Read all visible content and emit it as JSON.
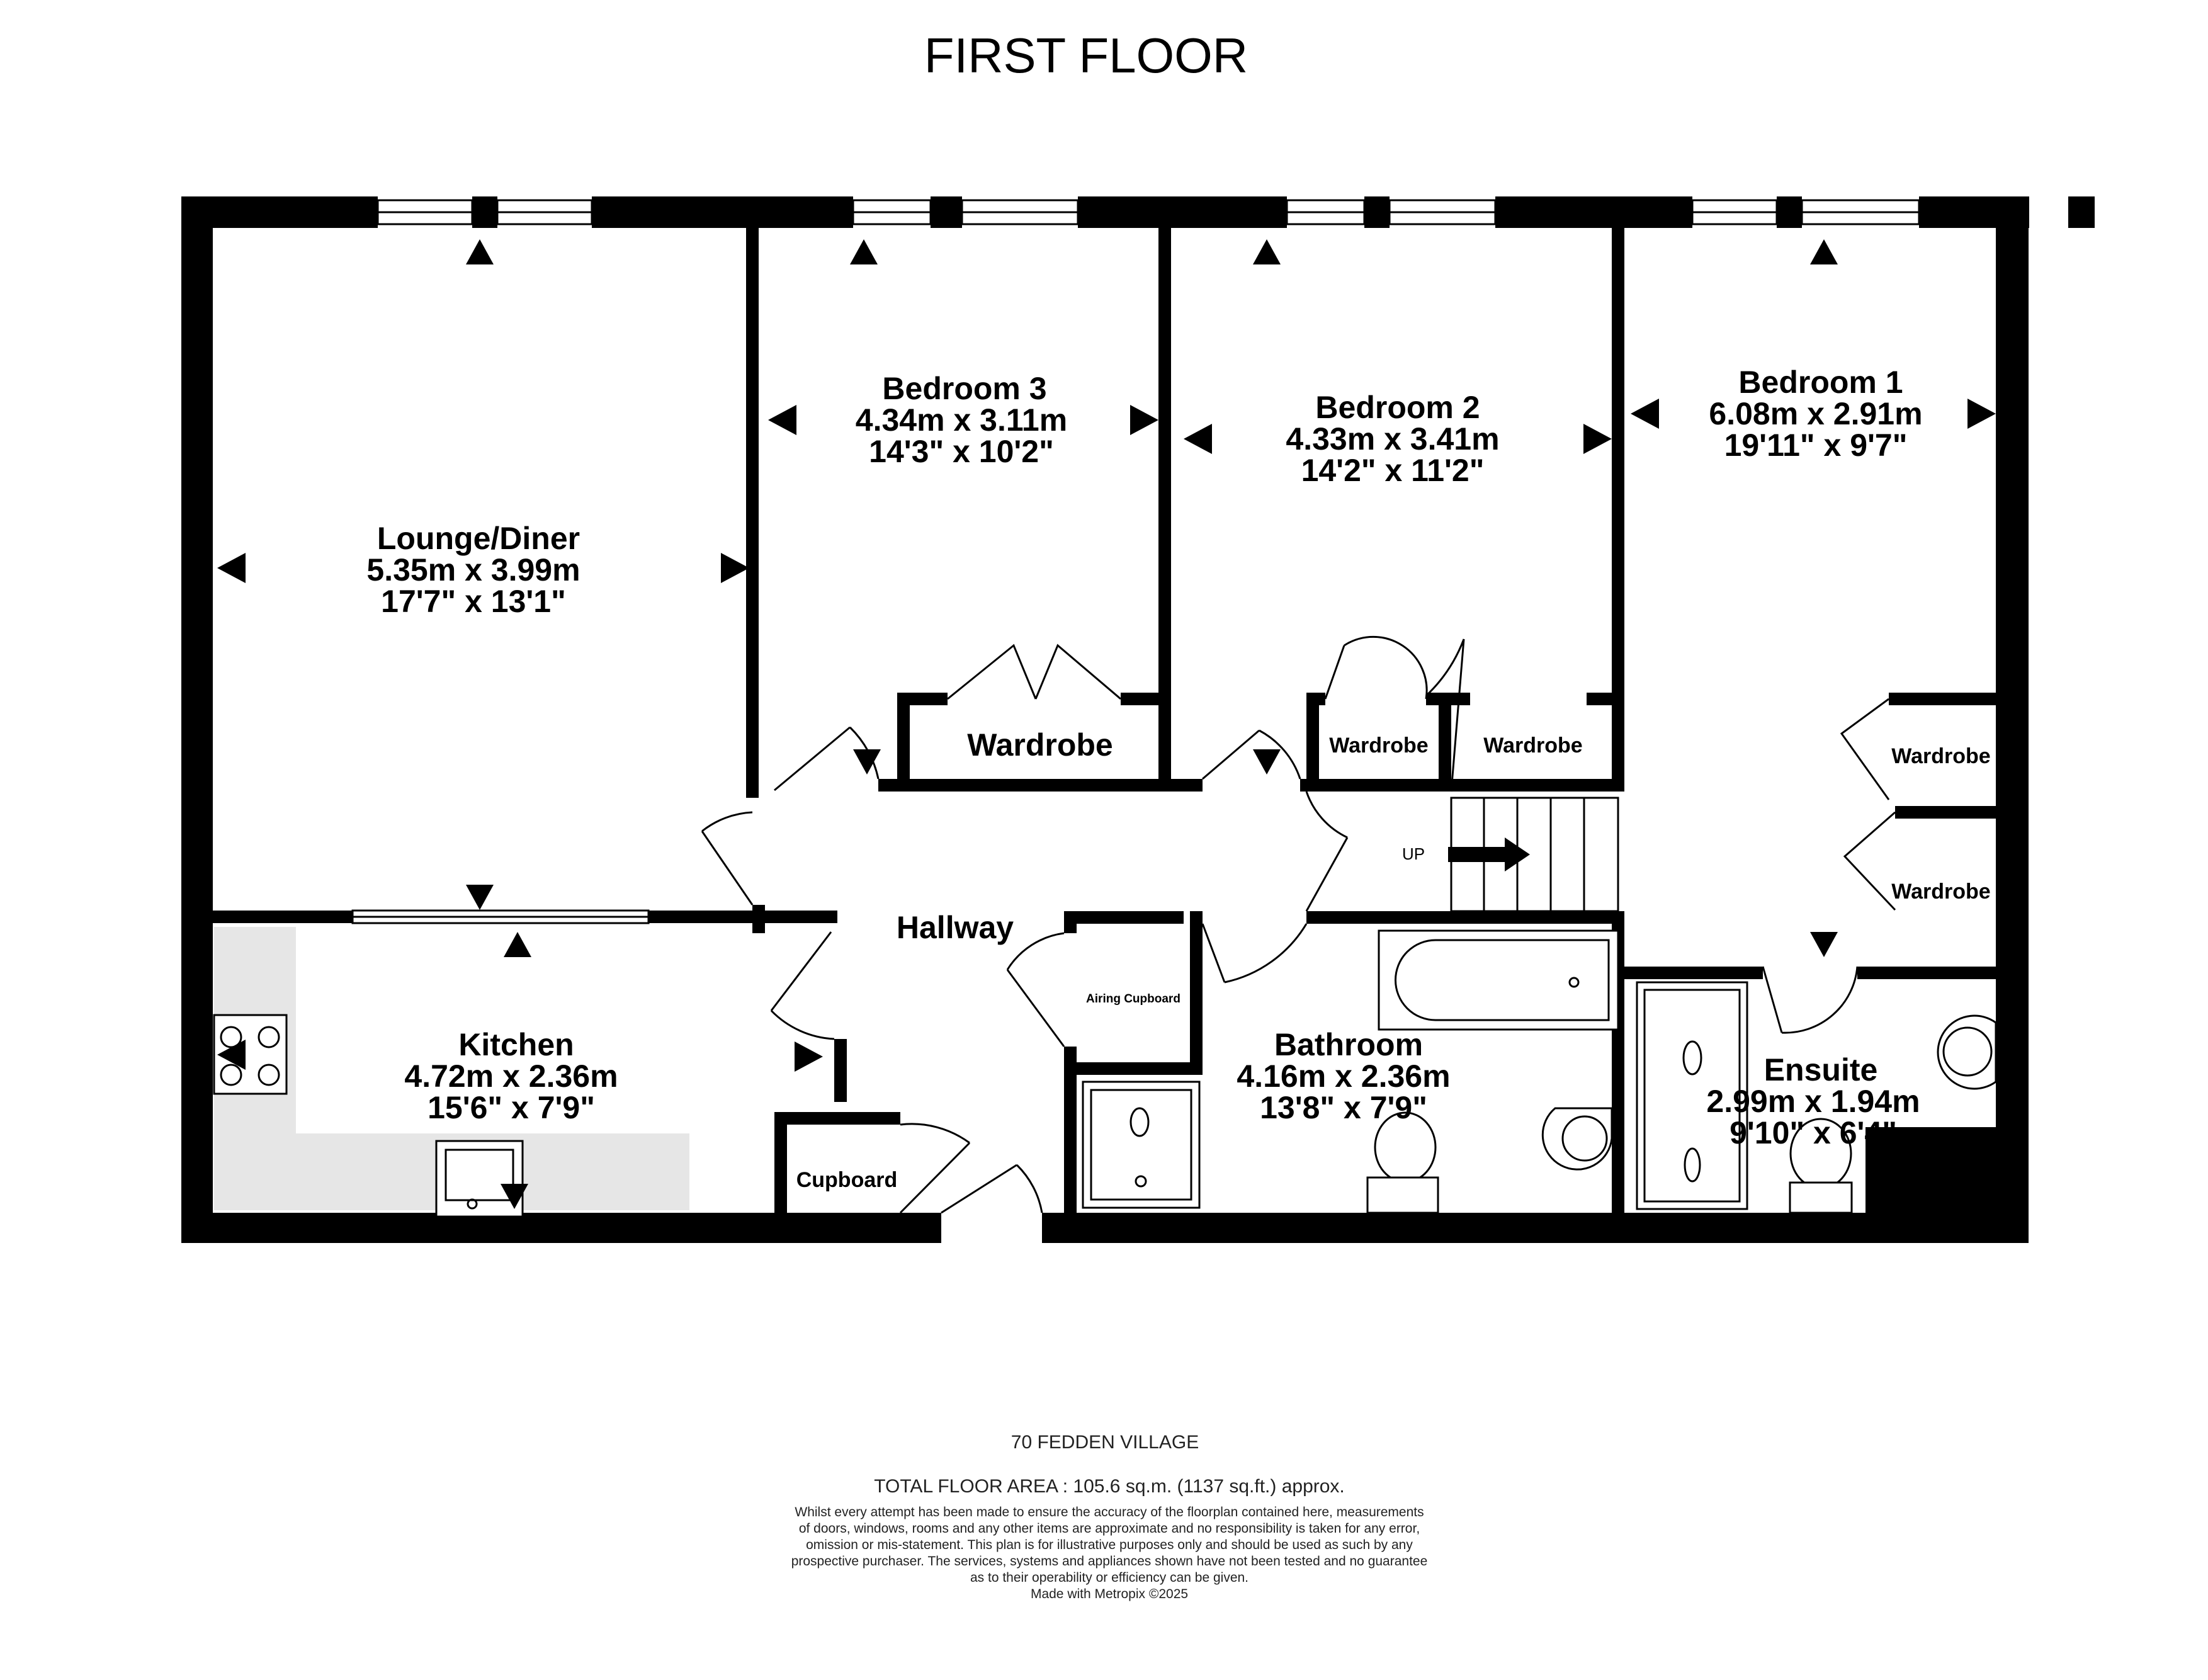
{
  "floor_title": "FIRST FLOOR",
  "rooms": {
    "lounge": {
      "name": "Lounge/Diner",
      "metric": "5.35m  x 3.99m",
      "imperial": "17'7\"  x 13'1\""
    },
    "bedroom3": {
      "name": "Bedroom 3",
      "metric": "4.34m  x 3.11m",
      "imperial": "14'3\"  x 10'2\""
    },
    "bedroom2": {
      "name": "Bedroom 2",
      "metric": "4.33m  x 3.41m",
      "imperial": "14'2\"  x 11'2\""
    },
    "bedroom1": {
      "name": "Bedroom 1",
      "metric": "6.08m  x 2.91m",
      "imperial": "19'11\"  x 9'7\""
    },
    "kitchen": {
      "name": "Kitchen",
      "metric": "4.72m  x 2.36m",
      "imperial": "15'6\"  x 7'9\""
    },
    "bathroom": {
      "name": "Bathroom",
      "metric": "4.16m  x 2.36m",
      "imperial": "13'8\"  x 7'9\""
    },
    "ensuite": {
      "name": "Ensuite",
      "metric": "2.99m  x 1.94m",
      "imperial": "9'10\"  x 6'4\""
    },
    "hallway": {
      "name": "Hallway"
    }
  },
  "labels": {
    "wardrobe_b3": "Wardrobe",
    "wardrobe_b2a": "Wardrobe",
    "wardrobe_b2b": "Wardrobe",
    "wardrobe_b1a": "Wardrobe",
    "wardrobe_b1b": "Wardrobe",
    "cupboard": "Cupboard",
    "airing_cupboard": "Airing Cupboard",
    "stairs_up": "UP"
  },
  "footer": {
    "address": "70 FEDDEN VILLAGE",
    "area": "TOTAL FLOOR AREA : 105.6 sq.m. (1137 sq.ft.) approx.",
    "disclaimer": [
      "Whilst every attempt has been made to ensure the accuracy of the floorplan contained here, measurements",
      "of doors, windows, rooms and any other items are approximate and no responsibility is taken for any error,",
      "omission or mis-statement. This plan is for illustrative purposes only and should be used as such by any",
      "prospective purchaser. The services, systems and appliances shown have not been tested and no guarantee",
      "as to their operability or efficiency can be given.",
      "Made with Metropix ©2025"
    ]
  }
}
